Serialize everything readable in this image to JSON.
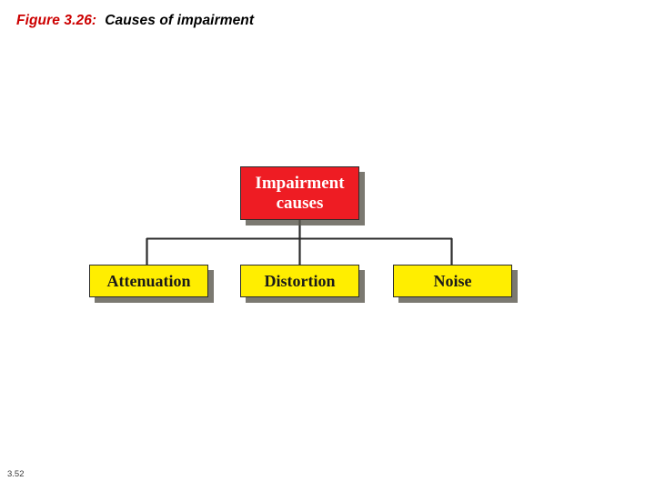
{
  "page": {
    "background_color": "#ffffff",
    "page_number": "3.52"
  },
  "title": {
    "figure_label": "Figure 3.26:",
    "caption": "Causes of impairment",
    "figure_label_color": "#cc0000",
    "caption_color": "#000000"
  },
  "diagram": {
    "type": "hierarchy-tree",
    "root": {
      "label_line1": "Impairment",
      "label_line2": "causes",
      "fill_color": "#ee1c23",
      "text_color": "#ffffff",
      "border_color": "#2b2b2b",
      "shadow_color": "#5a584e"
    },
    "children": [
      {
        "label": "Attenuation",
        "fill_color": "#ffee00",
        "text_color": "#1a1a1a",
        "border_color": "#2b2b2b",
        "shadow_color": "#5a584e"
      },
      {
        "label": "Distortion",
        "fill_color": "#ffee00",
        "text_color": "#1a1a1a",
        "border_color": "#2b2b2b",
        "shadow_color": "#5a584e"
      },
      {
        "label": "Noise",
        "fill_color": "#ffee00",
        "text_color": "#1a1a1a",
        "border_color": "#2b2b2b",
        "shadow_color": "#5a584e"
      }
    ],
    "connector_color": "#2b2b2b"
  }
}
